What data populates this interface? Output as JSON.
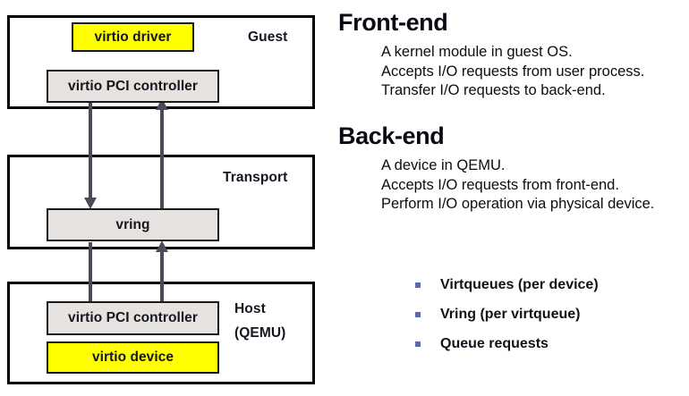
{
  "diagram": {
    "layers": [
      {
        "id": "guest",
        "label": "Guest",
        "boxes": [
          {
            "id": "virtio-driver",
            "label": "virtio driver",
            "style": "yellow"
          },
          {
            "id": "virtio-pci-controller-guest",
            "label": "virtio PCI controller",
            "style": "grey"
          }
        ]
      },
      {
        "id": "transport",
        "label": "Transport",
        "boxes": [
          {
            "id": "vring",
            "label": "vring",
            "style": "grey"
          }
        ]
      },
      {
        "id": "host",
        "label": "Host",
        "label_line2": "(QEMU)",
        "boxes": [
          {
            "id": "virtio-pci-controller-host",
            "label": "virtio PCI controller",
            "style": "grey"
          },
          {
            "id": "virtio-device",
            "label": "virtio device",
            "style": "yellow"
          }
        ]
      }
    ],
    "colors": {
      "box_fill_grey": "#e6e2df",
      "box_fill_yellow": "#ffff00",
      "box_border": "#000000",
      "arrow": "#4b4b5a",
      "bullet": "#5b6aa8"
    }
  },
  "panel": {
    "sections": [
      {
        "id": "front-end",
        "heading": "Front-end",
        "lines": [
          "A kernel module in guest OS.",
          "Accepts I/O requests from user process.",
          "Transfer I/O requests to back-end."
        ]
      },
      {
        "id": "back-end",
        "heading": "Back-end",
        "lines": [
          "A device in QEMU.",
          "Accepts I/O requests from front-end.",
          "Perform I/O operation via physical device."
        ]
      }
    ],
    "bullets": [
      "Virtqueues (per device)",
      "Vring (per virtqueue)",
      "Queue requests"
    ]
  }
}
